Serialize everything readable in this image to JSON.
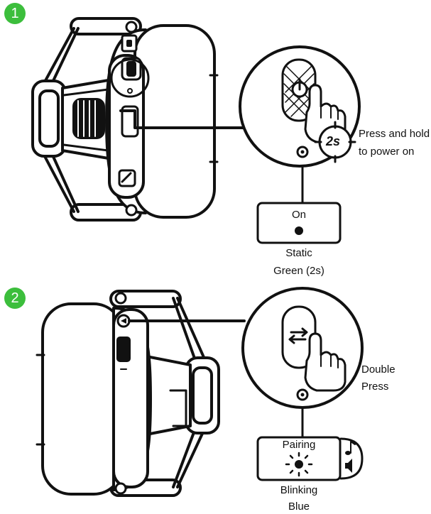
{
  "colors": {
    "badge": "#3cbe3c",
    "line": "#111111"
  },
  "step1": {
    "badge": "1",
    "timer": "2s",
    "instruction_line1": "Press and hold",
    "instruction_line2": "to power on",
    "indicator_title": "On",
    "status_line1": "Static",
    "status_line2": "Green (2s)"
  },
  "step2": {
    "badge": "2",
    "instruction_line1": "Double",
    "instruction_line2": "Press",
    "indicator_title": "Pairing",
    "status_line1": "Blinking",
    "status_line2": "Blue"
  },
  "icons": [
    "power-button-icon",
    "hand-pointer-icon",
    "pairing-arrows-icon",
    "led-icon",
    "blinking-light-icon",
    "music-note-icon",
    "speaker-icon"
  ]
}
